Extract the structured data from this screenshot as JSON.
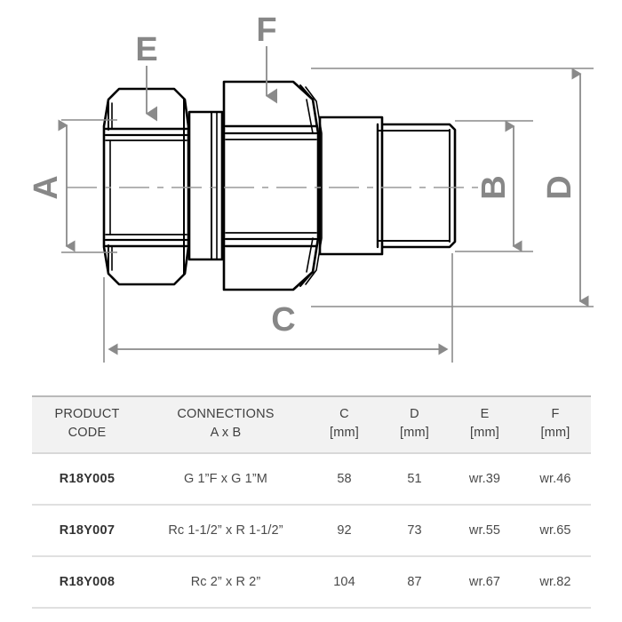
{
  "drawing": {
    "dimension_labels": {
      "a": "A",
      "b": "B",
      "c": "C",
      "d": "D",
      "e": "E",
      "f": "F"
    },
    "colors": {
      "outline": "#000000",
      "dimension": "#8a8a8a",
      "centerline": "#9a9a9a"
    },
    "description": "Union fitting technical drawing with hex nuts, centerline and dimension arrows A B C D E F"
  },
  "table": {
    "headers": [
      {
        "line1": "PRODUCT",
        "line2": "CODE"
      },
      {
        "line1": "CONNECTIONS",
        "line2": "A x B"
      },
      {
        "line1": "C",
        "line2": "[mm]"
      },
      {
        "line1": "D",
        "line2": "[mm]"
      },
      {
        "line1": "E",
        "line2": "[mm]"
      },
      {
        "line1": "F",
        "line2": "[mm]"
      }
    ],
    "rows": [
      {
        "code": "R18Y005",
        "connections": "G 1”F x G 1”M",
        "c": "58",
        "d": "51",
        "e": "wr.39",
        "f": "wr.46"
      },
      {
        "code": "R18Y007",
        "connections": "Rc 1-1/2” x R 1-1/2”",
        "c": "92",
        "d": "73",
        "e": "wr.55",
        "f": "wr.65"
      },
      {
        "code": "R18Y008",
        "connections": "Rc 2” x R 2”",
        "c": "104",
        "d": "87",
        "e": "wr.67",
        "f": "wr.82"
      }
    ]
  }
}
